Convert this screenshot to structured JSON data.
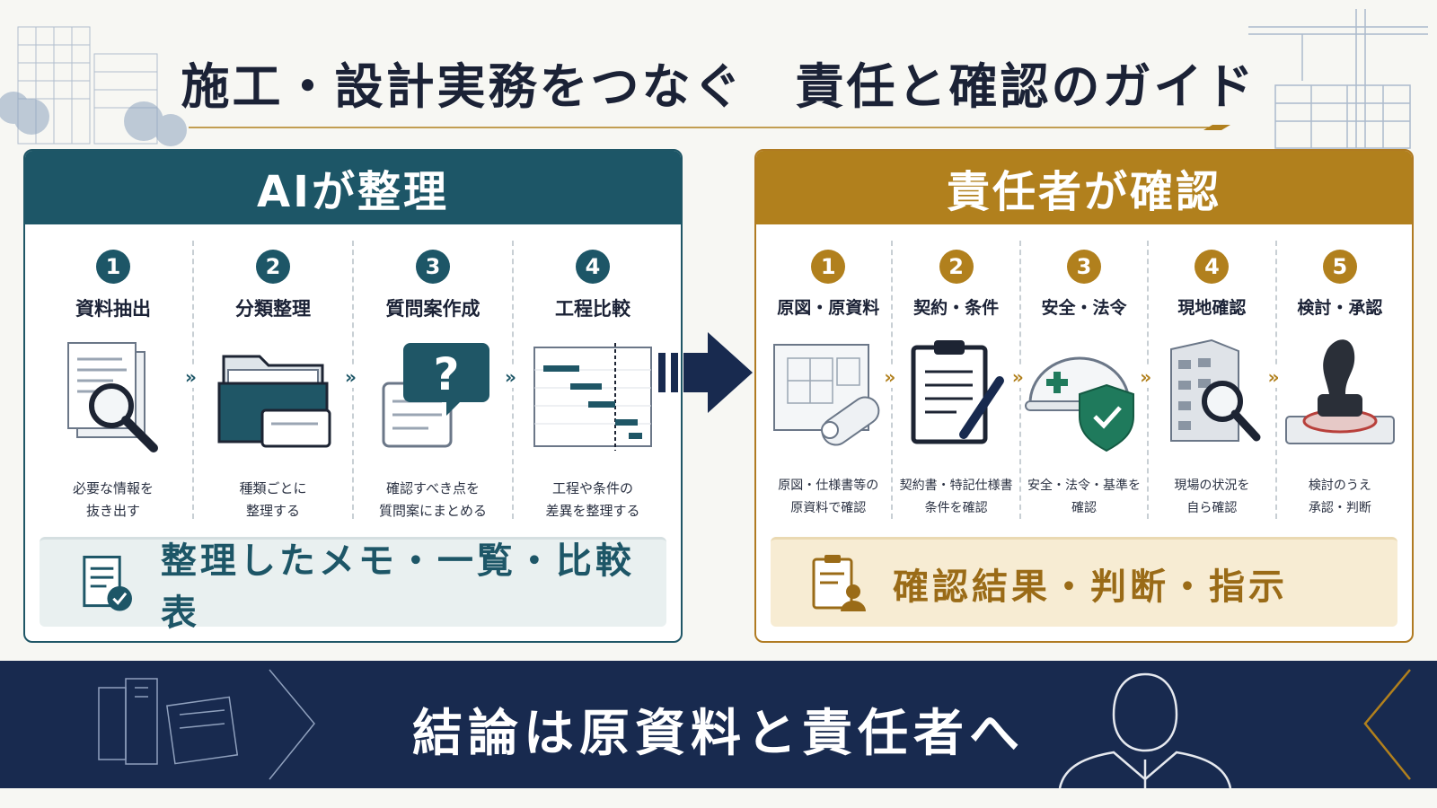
{
  "title": "施工・設計実務をつなぐ　責任と確認のガイド",
  "ai_panel": {
    "heading": "AIが整理",
    "steps": [
      {
        "num": "1",
        "label": "資料抽出",
        "desc1": "必要な情報を",
        "desc2": "抜き出す",
        "icon": "document-search-icon"
      },
      {
        "num": "2",
        "label": "分類整理",
        "desc1": "種類ごとに",
        "desc2": "整理する",
        "icon": "folder-icon"
      },
      {
        "num": "3",
        "label": "質問案作成",
        "desc1": "確認すべき点を",
        "desc2": "質問案にまとめる",
        "icon": "question-bubble-icon"
      },
      {
        "num": "4",
        "label": "工程比較",
        "desc1": "工程や条件の",
        "desc2": "差異を整理する",
        "icon": "gantt-chart-icon"
      }
    ],
    "result": "整理したメモ・一覧・比較表"
  },
  "review_panel": {
    "heading": "責任者が確認",
    "steps": [
      {
        "num": "1",
        "label": "原図・原資料",
        "desc1": "原図・仕様書等の",
        "desc2": "原資料で確認",
        "icon": "blueprint-icon"
      },
      {
        "num": "2",
        "label": "契約・条件",
        "desc1": "契約書・特記仕様書",
        "desc2": "条件を確認",
        "icon": "clipboard-pen-icon"
      },
      {
        "num": "3",
        "label": "安全・法令",
        "desc1": "安全・法令・基準を",
        "desc2": "確認",
        "icon": "helmet-shield-icon"
      },
      {
        "num": "4",
        "label": "現地確認",
        "desc1": "現場の状況を",
        "desc2": "自ら確認",
        "icon": "building-inspect-icon"
      },
      {
        "num": "5",
        "label": "検討・承認",
        "desc1": "検討のうえ",
        "desc2": "承認・判断",
        "icon": "stamp-icon"
      }
    ],
    "result": "確認結果・判断・指示"
  },
  "conclusion": "結論は原資料と責任者へ",
  "colors": {
    "teal": "#1d5667",
    "gold": "#b1801d",
    "navy": "#182a4f"
  }
}
